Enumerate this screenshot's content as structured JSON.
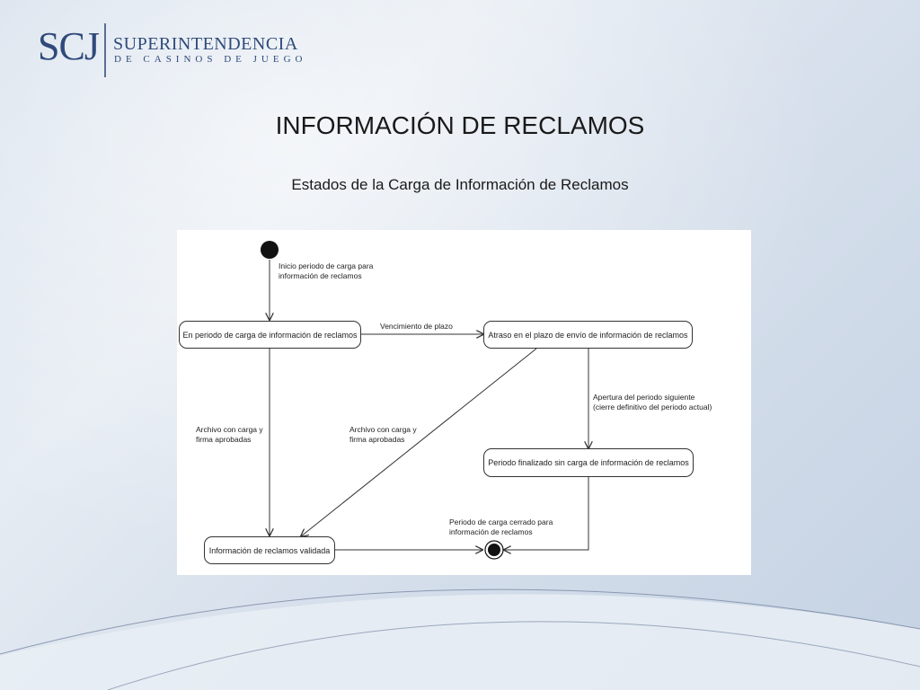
{
  "logo": {
    "mark": "SCJ",
    "line1": "SUPERINTENDENCIA",
    "line2": "DE CASINOS DE JUEGO"
  },
  "title": "INFORMACIÓN DE RECLAMOS",
  "subtitle": "Estados de la Carga de Información de Reclamos",
  "diagram": {
    "states": {
      "en_periodo": "En periodo de carga de información de reclamos",
      "atraso": "Atraso en el plazo de envío de información de reclamos",
      "finalizado": "Periodo finalizado sin carga de información de reclamos",
      "validada": "Información de reclamos validada"
    },
    "transitions": {
      "inicio": [
        "Inicio periodo de carga para",
        "información de reclamos"
      ],
      "vencimiento": "Vencimiento de plazo",
      "archivo_izq": [
        "Archivo con carga y",
        "firma aprobadas"
      ],
      "archivo_der": [
        "Archivo con carga y",
        "firma aprobadas"
      ],
      "apertura": [
        "Apertura del periodo siguiente",
        "(cierre definitivo del periodo actual)"
      ],
      "cerrado": [
        "Periodo de carga cerrado para",
        "información de reclamos"
      ]
    }
  }
}
